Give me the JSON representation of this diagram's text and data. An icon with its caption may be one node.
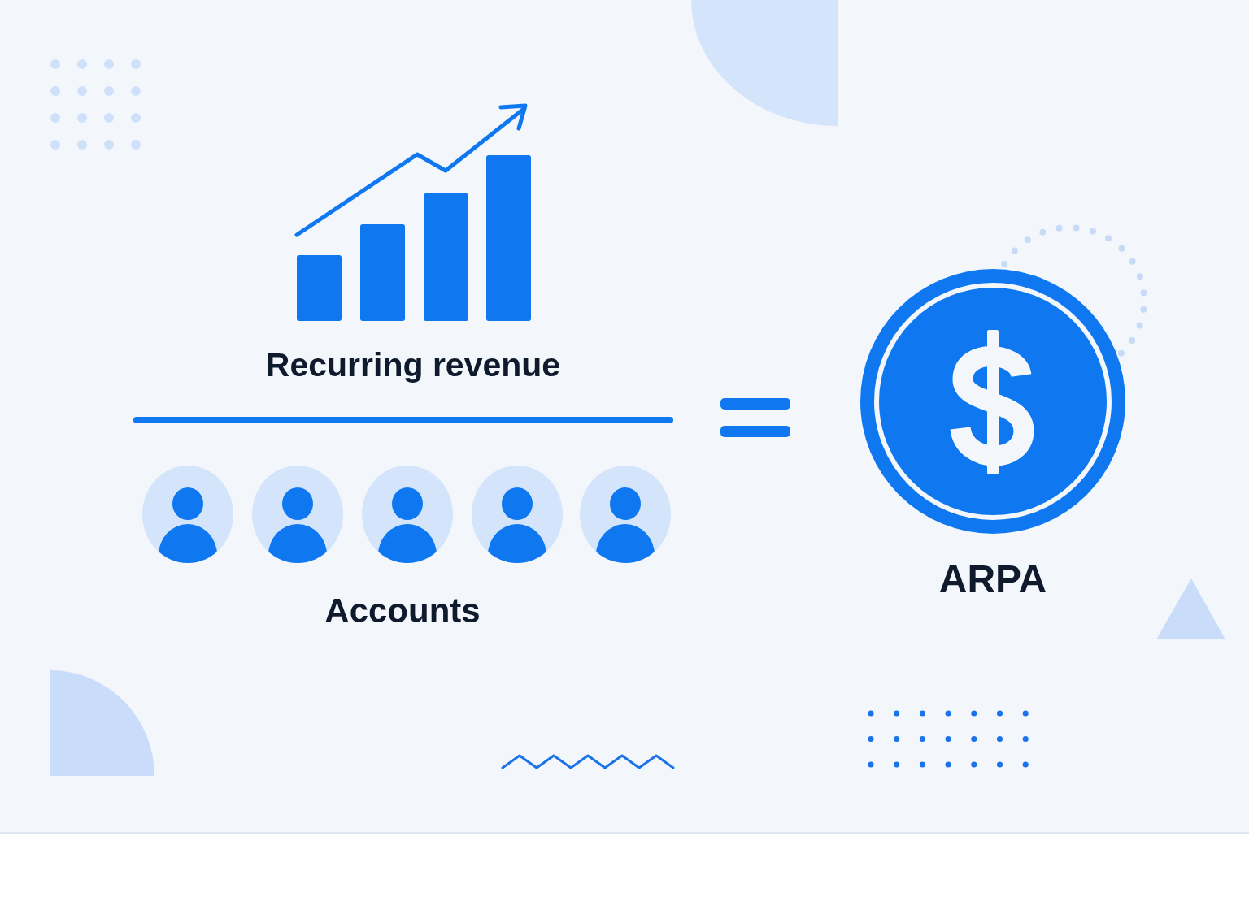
{
  "diagram": {
    "labels": [
      "Recurring revenue",
      "Accounts",
      "ARPA"
    ]
  }
}
